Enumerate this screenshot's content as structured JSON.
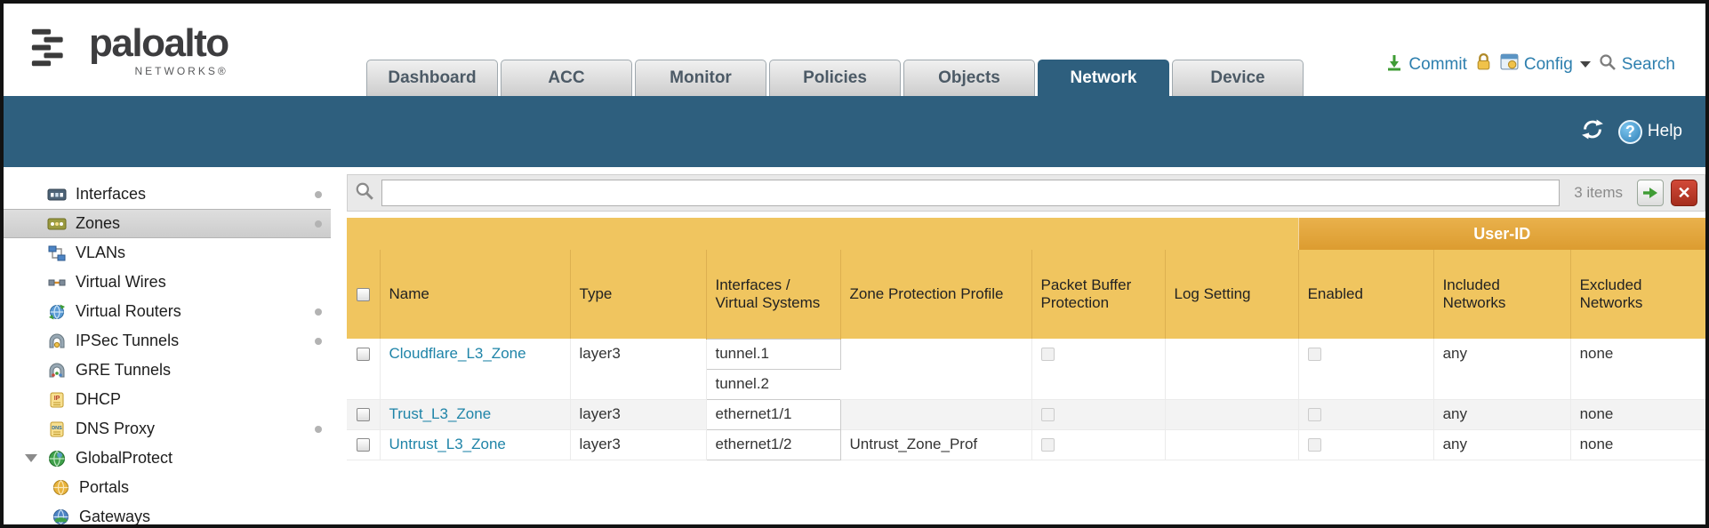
{
  "brand": {
    "name": "paloalto",
    "networks": "NETWORKS®"
  },
  "nav": {
    "tabs": [
      {
        "label": "Dashboard",
        "active": false
      },
      {
        "label": "ACC",
        "active": false
      },
      {
        "label": "Monitor",
        "active": false
      },
      {
        "label": "Policies",
        "active": false
      },
      {
        "label": "Objects",
        "active": false
      },
      {
        "label": "Network",
        "active": true
      },
      {
        "label": "Device",
        "active": false
      }
    ]
  },
  "header_actions": {
    "commit": "Commit",
    "config": "Config",
    "search": "Search"
  },
  "secondary_bar": {
    "help": "Help"
  },
  "sidebar": {
    "items": [
      {
        "label": "Interfaces",
        "selected": false,
        "dot": true
      },
      {
        "label": "Zones",
        "selected": true,
        "dot": true
      },
      {
        "label": "VLANs",
        "selected": false,
        "dot": false
      },
      {
        "label": "Virtual Wires",
        "selected": false,
        "dot": false
      },
      {
        "label": "Virtual Routers",
        "selected": false,
        "dot": true
      },
      {
        "label": "IPSec Tunnels",
        "selected": false,
        "dot": true
      },
      {
        "label": "GRE Tunnels",
        "selected": false,
        "dot": false
      },
      {
        "label": "DHCP",
        "selected": false,
        "dot": false
      },
      {
        "label": "DNS Proxy",
        "selected": false,
        "dot": true
      },
      {
        "label": "GlobalProtect",
        "selected": false,
        "dot": false,
        "expanded": true
      },
      {
        "label": "Portals",
        "selected": false,
        "dot": false,
        "child": true
      },
      {
        "label": "Gateways",
        "selected": false,
        "dot": false,
        "child": true
      }
    ]
  },
  "filter": {
    "query": "",
    "items_count": "3 items"
  },
  "table": {
    "group_header": "User-ID",
    "columns": [
      "Name",
      "Type",
      "Interfaces / Virtual Systems",
      "Zone Protection Profile",
      "Packet Buffer Protection",
      "Log Setting",
      "Enabled",
      "Included Networks",
      "Excluded Networks"
    ],
    "rows": [
      {
        "name": "Cloudflare_L3_Zone",
        "type": "layer3",
        "interfaces": [
          "tunnel.1",
          "tunnel.2"
        ],
        "zone_protection_profile": "",
        "packet_buffer_protection_checked": false,
        "log_setting": "",
        "user_id_enabled_checked": false,
        "included_networks": "any",
        "excluded_networks": "none"
      },
      {
        "name": "Trust_L3_Zone",
        "type": "layer3",
        "interfaces": [
          "ethernet1/1"
        ],
        "zone_protection_profile": "",
        "packet_buffer_protection_checked": false,
        "log_setting": "",
        "user_id_enabled_checked": false,
        "included_networks": "any",
        "excluded_networks": "none"
      },
      {
        "name": "Untrust_L3_Zone",
        "type": "layer3",
        "interfaces": [
          "ethernet1/2"
        ],
        "zone_protection_profile": "Untrust_Zone_Prof",
        "packet_buffer_protection_checked": false,
        "log_setting": "",
        "user_id_enabled_checked": false,
        "included_networks": "any",
        "excluded_networks": "none"
      }
    ]
  },
  "colors": {
    "band_teal": "#2e5f7e",
    "table_header_orange": "#f0c55f",
    "user_id_orange": "#e0a23a",
    "link_blue": "#1f84a8"
  }
}
